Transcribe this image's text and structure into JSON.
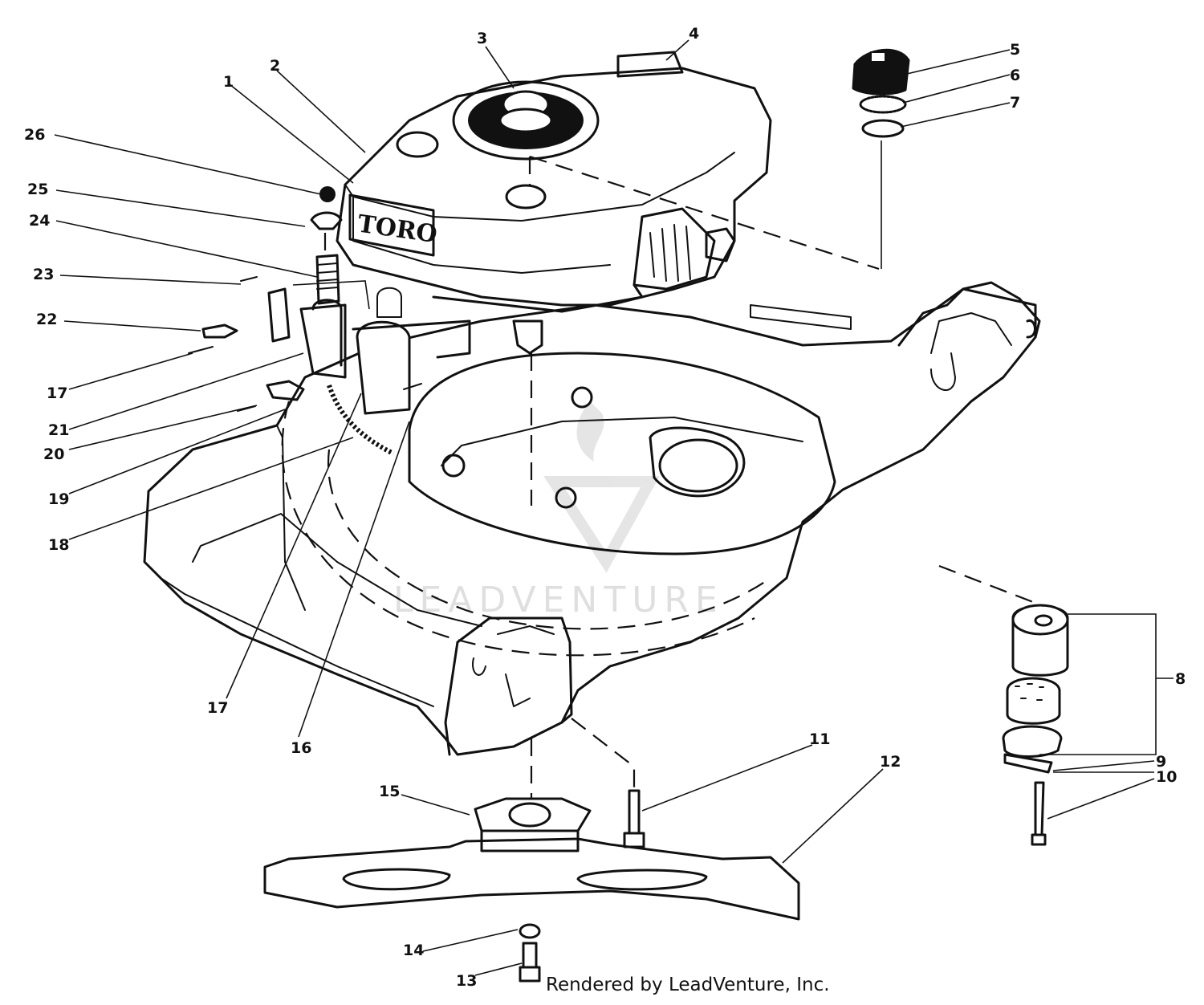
{
  "diagram": {
    "brand_label": "TORO",
    "watermark_text": "LEADVENTURE",
    "credit": "Rendered by LeadVenture, Inc.",
    "callouts": [
      "1",
      "2",
      "3",
      "4",
      "5",
      "6",
      "7",
      "8",
      "9",
      "10",
      "11",
      "12",
      "13",
      "14",
      "15",
      "16",
      "17",
      "17",
      "18",
      "19",
      "20",
      "21",
      "22",
      "23",
      "24",
      "25",
      "26"
    ]
  }
}
